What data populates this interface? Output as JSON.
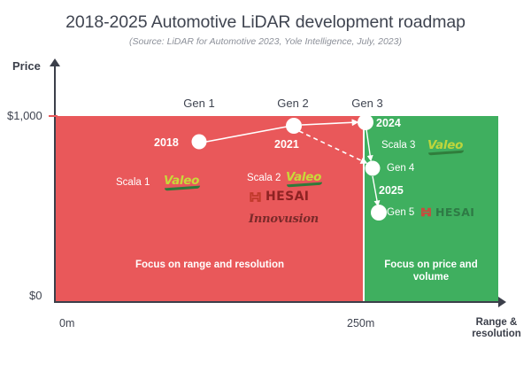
{
  "header": {
    "title": "2018-2025 Automotive LiDAR development roadmap",
    "subtitle": "(Source: LiDAR for Automotive 2023, Yole Intelligence, July, 2023)"
  },
  "axes": {
    "y_title": "Price",
    "x_title": "Range & resolution",
    "y_ticks": [
      "$1,000",
      "$0"
    ],
    "x_ticks": [
      "0m",
      "250m"
    ]
  },
  "zones": [
    {
      "name": "range-resolution",
      "caption": "Focus on range and resolution",
      "color": "#e9585a"
    },
    {
      "name": "price-volume",
      "caption": "Focus on price and volume",
      "color": "#3faf5f"
    }
  ],
  "generations_top": [
    "Gen 1",
    "Gen 2",
    "Gen 3"
  ],
  "nodes": {
    "n2018": {
      "year": "2018",
      "scala": "Scala 1",
      "brand": "Valeo"
    },
    "n2021": {
      "year": "2021",
      "scala": "Scala 2",
      "brands": [
        "Valeo",
        "HESAI",
        "Innovusion"
      ]
    },
    "n2024": {
      "year": "2024",
      "scala": "Scala 3",
      "brand": "Valeo"
    },
    "n_gen4": {
      "name": "Gen 4",
      "year": "2025"
    },
    "n_gen5": {
      "name": "Gen 5",
      "brand": "HESAI"
    }
  },
  "brands": {
    "valeo": "Valeo",
    "hesai": "HESAI",
    "innovusion": "Innovusion"
  },
  "chart_data": {
    "type": "scatter",
    "title": "2018-2025 Automotive LiDAR development roadmap",
    "subtitle": "(Source: LiDAR for Automotive 2023, Yole Intelligence, July, 2023)",
    "xlabel": "Range & resolution",
    "ylabel": "Price",
    "xticks": [
      "0m",
      "250m"
    ],
    "yticks": [
      "$0",
      "$1,000"
    ],
    "grid": false,
    "legend": "none",
    "points": [
      {
        "label": "2018",
        "generation": "Gen 1",
        "x": 115,
        "y": 920,
        "product": "Scala 1",
        "vendors": [
          "Valeo"
        ],
        "zone": "Focus on range and resolution"
      },
      {
        "label": "2021",
        "generation": "Gen 2",
        "x": 203,
        "y": 1000,
        "product": "Scala 2",
        "vendors": [
          "Valeo",
          "HESAI",
          "Innovusion"
        ],
        "zone": "Focus on range and resolution"
      },
      {
        "label": "2024",
        "generation": "Gen 3",
        "x": 250,
        "y": 1000,
        "product": "Scala 3",
        "vendors": [
          "Valeo"
        ],
        "zone": "Focus on price and volume"
      },
      {
        "label": "Gen 4",
        "generation": "Gen 4",
        "x": 258,
        "y": 740,
        "year": "2025",
        "vendors": [],
        "zone": "Focus on price and volume"
      },
      {
        "label": "Gen 5",
        "generation": "Gen 5",
        "x": 264,
        "y": 500,
        "vendors": [
          "HESAI"
        ],
        "zone": "Focus on price and volume"
      }
    ],
    "connections": [
      {
        "from": "2018",
        "to": "2021",
        "style": "solid"
      },
      {
        "from": "2021",
        "to": "2024",
        "style": "solid-arrow"
      },
      {
        "from": "2021",
        "to": "Gen 4",
        "style": "dashed-arrow"
      },
      {
        "from": "2024",
        "to": "Gen 4",
        "style": "solid-arrow"
      },
      {
        "from": "Gen 4",
        "to": "Gen 5",
        "style": "solid-arrow"
      }
    ],
    "zones": [
      {
        "label": "Focus on range and resolution",
        "xrange": [
          0,
          250
        ],
        "color": "#e9585a"
      },
      {
        "label": "Focus on price and volume",
        "xrange": [
          250,
          320
        ],
        "color": "#3faf5f"
      }
    ]
  }
}
